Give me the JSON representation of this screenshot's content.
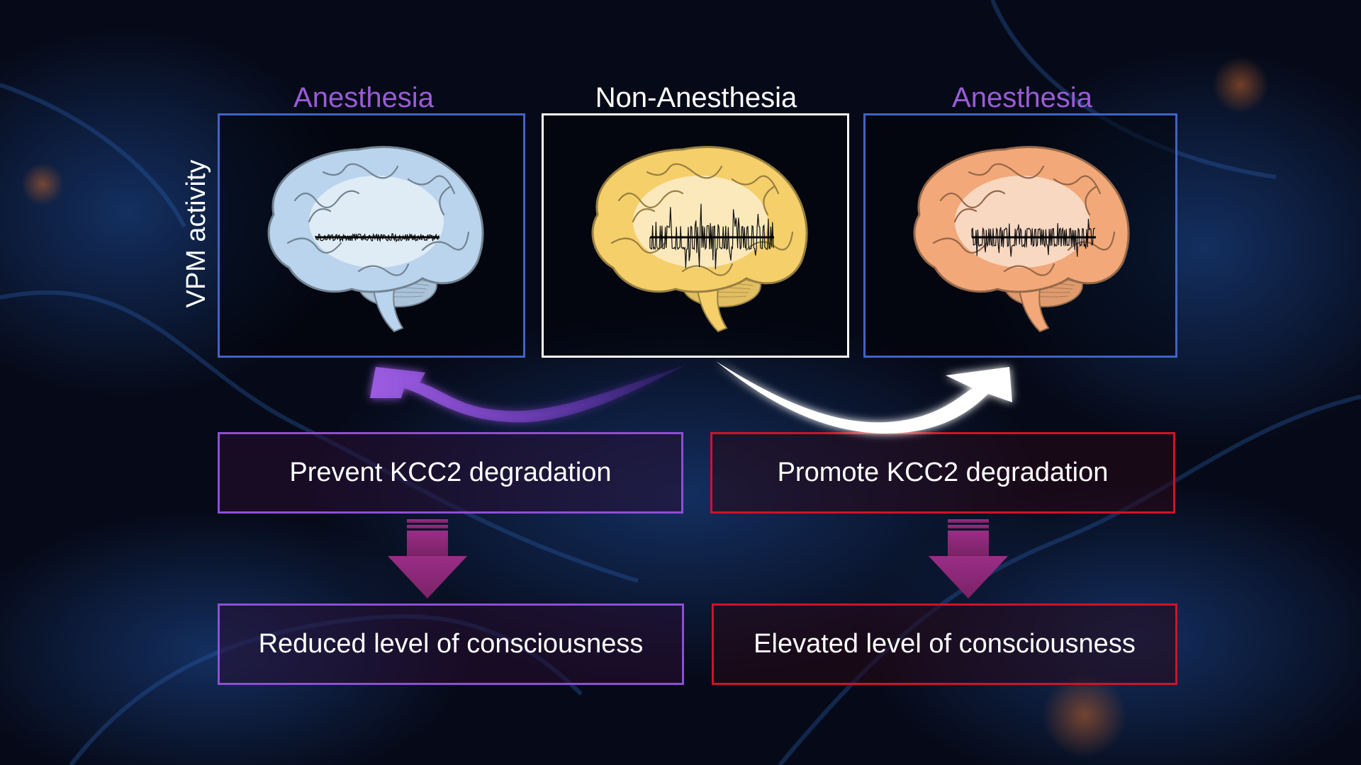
{
  "colors": {
    "anesthesia": "#9a5cd6",
    "panel_blue": "#3f64c4",
    "non_anesthesia": "#ffffff",
    "left_box": "#8e4fd3",
    "right_box": "#d0122a",
    "down_arrow": "#8a2a73",
    "brain_blue": "#b9d4ec",
    "brain_yellow": "#f5cf6a",
    "brain_orange": "#f2a878"
  },
  "y_axis_label": "VPM activity",
  "panels": [
    {
      "title": "Anesthesia",
      "brain": "blue-brain",
      "activity": "low"
    },
    {
      "title": "Non-Anesthesia",
      "brain": "yellow-brain",
      "activity": "high"
    },
    {
      "title": "Anesthesia",
      "brain": "orange-brain",
      "activity": "medium"
    }
  ],
  "boxes": {
    "left_top": "Prevent KCC2 degradation",
    "right_top": "Promote KCC2 degradation",
    "left_bottom": "Reduced level of consciousness",
    "right_bottom": "Elevated level of consciousness"
  },
  "icons": [
    "curved-arrow-left-icon",
    "curved-arrow-right-icon",
    "down-arrow-icon"
  ]
}
